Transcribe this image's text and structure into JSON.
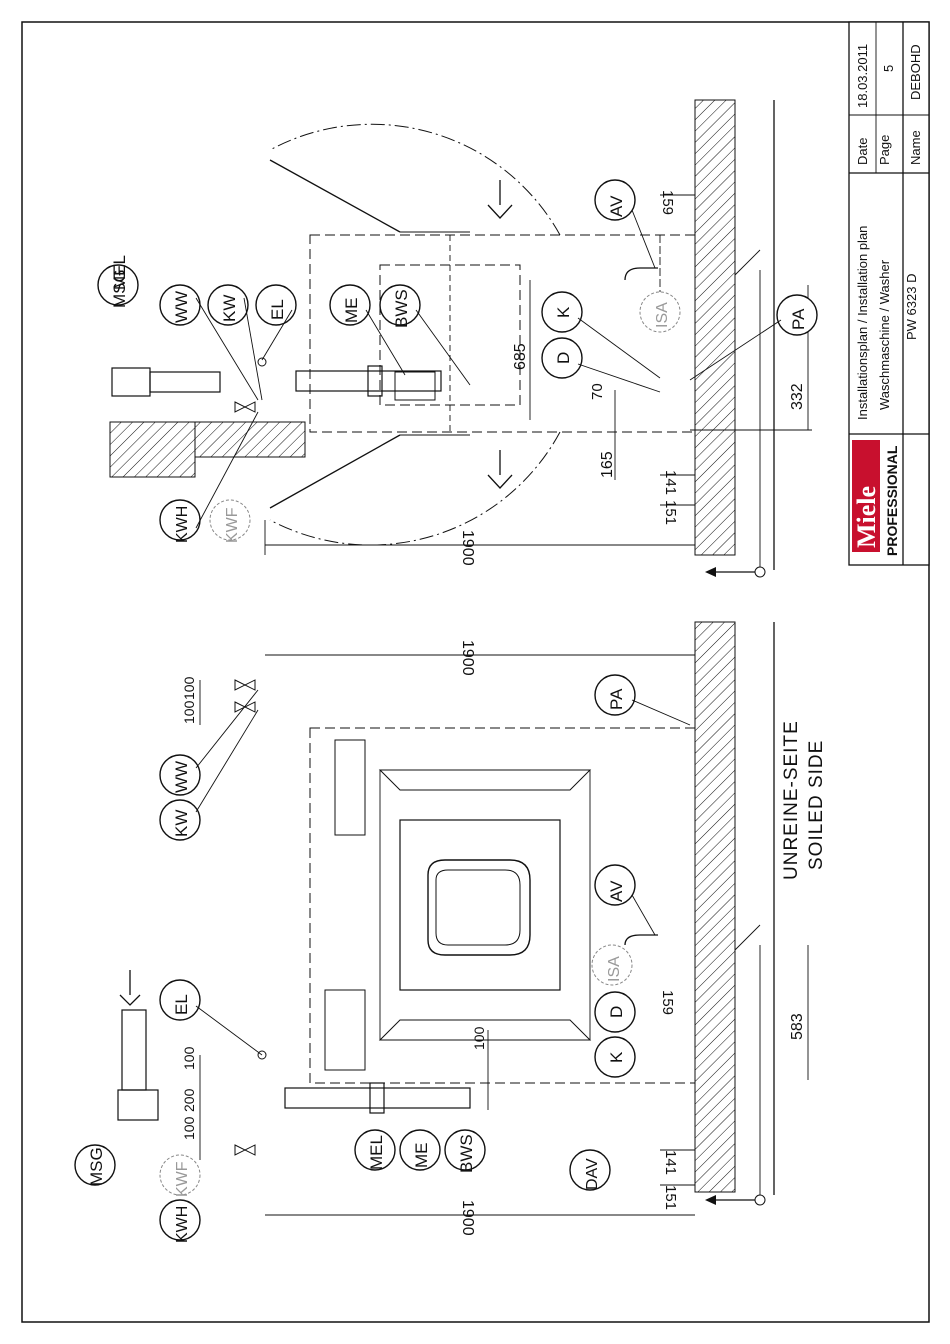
{
  "title_block": {
    "brand": "Miele",
    "brand_sub": "PROFESSIONAL",
    "title_line1": "Installationsplan / Installation plan",
    "title_line2": "Waschmaschine / Washer",
    "title_line3": "PW 6323 D",
    "date_label": "Date",
    "date_value": "18.03.2011",
    "page_label": "Page",
    "page_value": "5",
    "name_label": "Name",
    "name_value": "DEBOHD"
  },
  "labels": {
    "msg": "MSG",
    "mel": "MEL",
    "ww": "WW",
    "kw": "KW",
    "el": "EL",
    "me": "ME",
    "bws": "BWS",
    "av": "AV",
    "isa": "ISA",
    "k": "K",
    "d": "D",
    "pa": "PA",
    "kwh": "KWH",
    "kwf": "KWF",
    "dav": "DAV"
  },
  "dimensions": {
    "d1900": "1900",
    "d685": "685",
    "d159": "159",
    "d332": "332",
    "d165": "165",
    "d70": "70",
    "d141": "141",
    "d151": "151",
    "d583": "583",
    "d100": "100",
    "d200": "200"
  },
  "side_text": {
    "line1": "UNREINE-SEITE",
    "line2": "SOILED SIDE"
  },
  "colors": {
    "brand_red": "#c8102e",
    "ink": "#111111"
  }
}
